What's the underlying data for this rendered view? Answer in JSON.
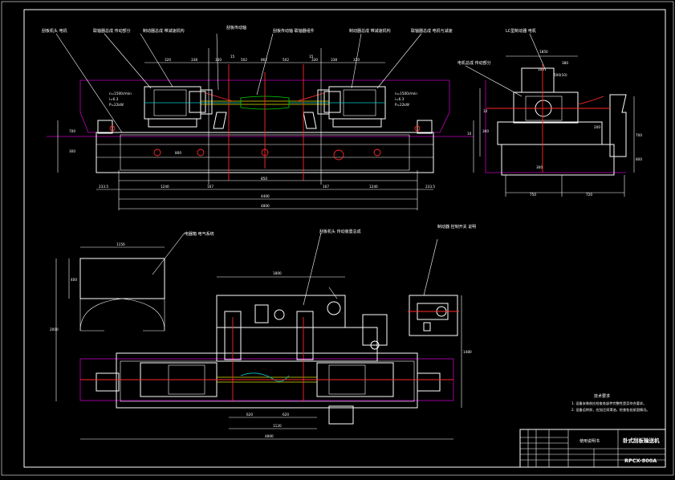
{
  "front_view": {
    "callouts": [
      "刮板机头 电机",
      "联轴器总成 传动部分",
      "制动器总成 带减速机构",
      "刮板传动轴",
      "刮板传动轴 联轴器组件",
      "制动器总成 带减速机构",
      "联轴器总成 电机与减速",
      "LC型制动器 电机"
    ],
    "dims_top": [
      "320",
      "338",
      "330",
      "502",
      "862",
      "502",
      "330",
      "338",
      "320"
    ],
    "dims_bottom_1": [
      "233.5",
      "1240",
      "167",
      "850",
      "167",
      "1240",
      "233.5"
    ],
    "overall_1": "4400",
    "overall_2": "4800",
    "side_numbers": [
      "700",
      "300",
      "800",
      "10"
    ],
    "center_marks": [
      "15",
      "15"
    ],
    "specs_left": [
      "n=1500r/min",
      "i=6.3",
      "P=22kW"
    ],
    "specs_right": [
      "n=1500r/min",
      "i=6.3",
      "P=22kW"
    ]
  },
  "side_view": {
    "callouts": [
      "电机总成 传动部分",
      "LC型制动器 电机"
    ],
    "dims_top": [
      "1850",
      "380",
      "100",
      "500(10)"
    ],
    "dims_bottom": [
      "750",
      "720",
      "300"
    ],
    "side_numbers": [
      "300",
      "200",
      "800",
      "10",
      "700"
    ]
  },
  "plan_view": {
    "callouts": [
      "电器箱 电气系统",
      "刮板机头 传动装置总成",
      "制动器 控制开关 说明"
    ],
    "dims": [
      "1150",
      "2000",
      "400",
      "1800",
      "1480",
      "620",
      "620",
      "1120",
      "4800"
    ]
  },
  "notes": {
    "heading": "技术要求",
    "lines": [
      "1. 设备安装前应检查各部件完整性是否符合要求。",
      "2. 设备运转前，应加注润滑油，检查各处紧固情况。"
    ]
  },
  "title_block": {
    "label_left": "使用说明书",
    "drawing_name": "卧式刮板输送机",
    "drawing_no": "RPCX-800A"
  },
  "colors": {
    "background": "#000000",
    "outline": "#ffffff",
    "cover": "#c000c0",
    "centerline": "#ff2a2a",
    "shaft": "#00c8c8"
  }
}
